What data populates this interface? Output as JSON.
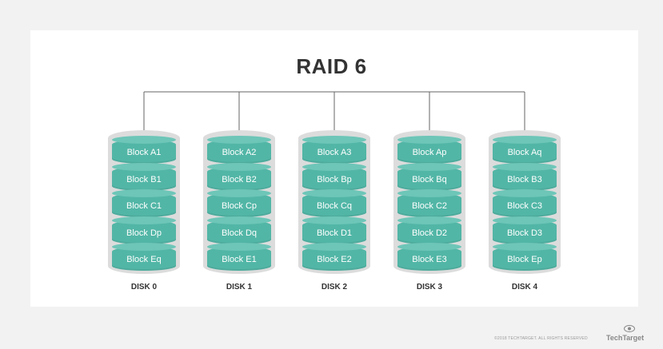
{
  "title": "RAID 6",
  "disks": [
    {
      "label": "DISK 0",
      "blocks": [
        "Block A1",
        "Block B1",
        "Block C1",
        "Block Dp",
        "Block Eq"
      ]
    },
    {
      "label": "DISK 1",
      "blocks": [
        "Block A2",
        "Block B2",
        "Block Cp",
        "Block Dq",
        "Block E1"
      ]
    },
    {
      "label": "DISK 2",
      "blocks": [
        "Block A3",
        "Block Bp",
        "Block Cq",
        "Block D1",
        "Block E2"
      ]
    },
    {
      "label": "DISK 3",
      "blocks": [
        "Block Ap",
        "Block Bq",
        "Block C2",
        "Block D2",
        "Block E3"
      ]
    },
    {
      "label": "DISK 4",
      "blocks": [
        "Block Aq",
        "Block B3",
        "Block C3",
        "Block D3",
        "Block Ep"
      ]
    }
  ],
  "footer": {
    "copyright": "©2018 TECHTARGET. ALL RIGHTS RESERVED",
    "brand": "TechTarget"
  },
  "colors": {
    "block": "#52b6a6",
    "block_top": "#6dc6b8",
    "disk_shell": "#dcdcdc",
    "title": "#333333"
  }
}
